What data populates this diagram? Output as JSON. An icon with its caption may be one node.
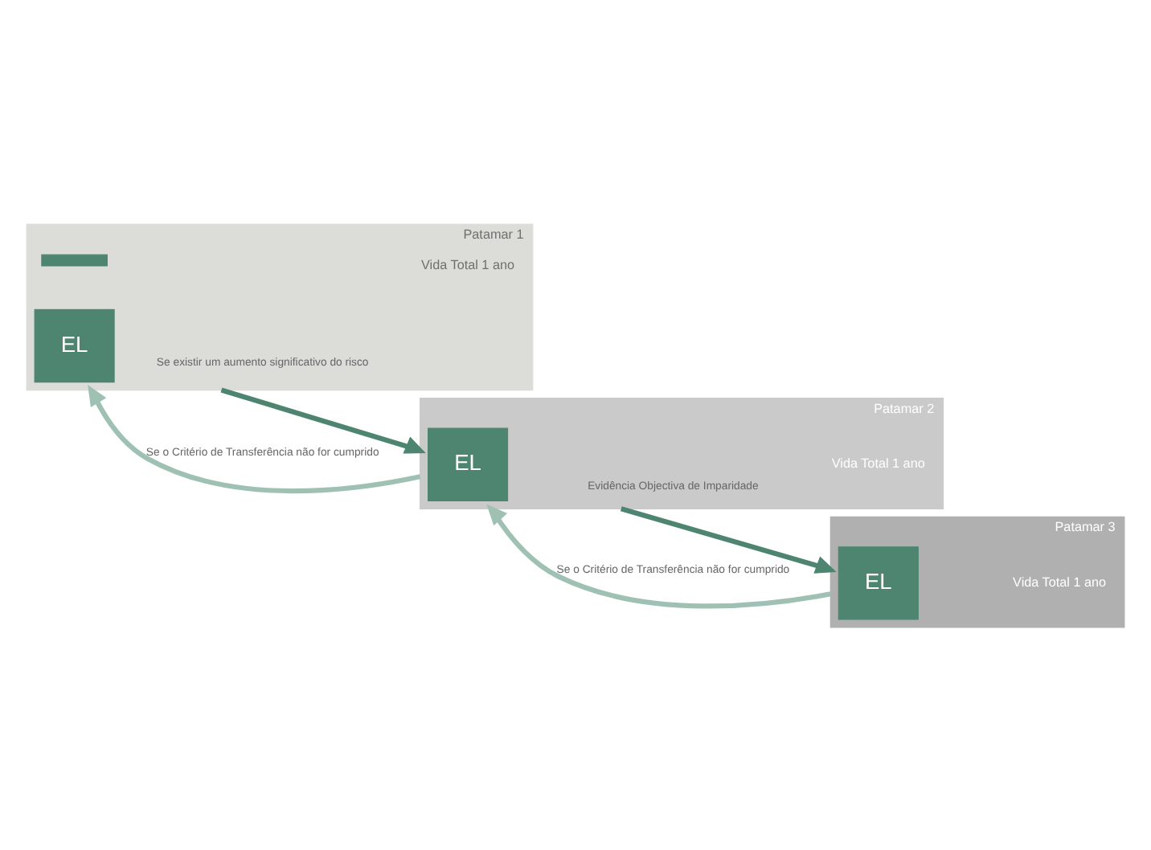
{
  "diagram": {
    "nodes": [
      {
        "text": [
          "Patamar 1",
          "Vida Total 1 ano"
        ]
      },
      {
        "text": [
          "EL"
        ],
        "in": 0
      },
      {
        "text": [],
        "shape": "bar",
        "in": 0
      },
      {
        "text": [
          "Patamar 2",
          "Vida Total 1 ano"
        ]
      },
      {
        "text": [
          "EL"
        ],
        "in": 3
      },
      {
        "text": [
          "Patamar 3",
          "Vida Total 1 ano"
        ]
      },
      {
        "text": [
          "EL"
        ],
        "in": 5
      }
    ],
    "edges": [
      {
        "from": 0,
        "to": 3,
        "arrow": "to",
        "label": "Se existir um aumento significativo do risco",
        "color": "#4e8570"
      },
      {
        "from": 3,
        "to": 0,
        "arrow": "to",
        "label": "Se o Critério de Transferência não for cumprido",
        "color": "#9fc1b3"
      },
      {
        "from": 3,
        "to": 5,
        "arrow": "to",
        "label": "Evidência Objectiva de Imparidade",
        "color": "#4e8570"
      },
      {
        "from": 5,
        "to": 3,
        "arrow": "to",
        "label": "Se o Critério de Transferência não for cumprido",
        "color": "#9fc1b3"
      }
    ]
  }
}
